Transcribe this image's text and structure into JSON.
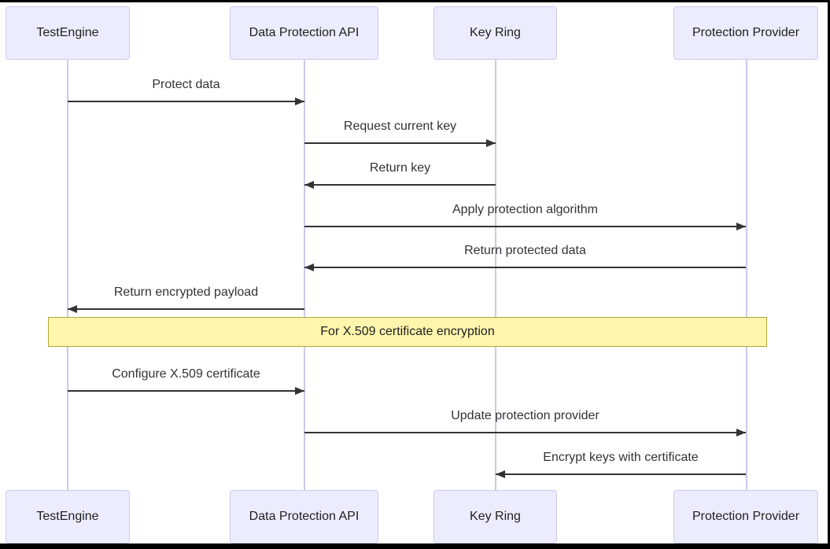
{
  "diagram": {
    "type": "sequence-diagram",
    "participants": [
      {
        "label": "TestEngine"
      },
      {
        "label": "Data Protection API"
      },
      {
        "label": "Key Ring"
      },
      {
        "label": "Protection Provider"
      }
    ],
    "messages": [
      {
        "from": "TestEngine",
        "to": "Data Protection API",
        "label": "Protect data",
        "arrow": "solid-right"
      },
      {
        "from": "Data Protection API",
        "to": "Key Ring",
        "label": "Request current key",
        "arrow": "solid-right"
      },
      {
        "from": "Key Ring",
        "to": "Data Protection API",
        "label": "Return key",
        "arrow": "solid-left"
      },
      {
        "from": "Data Protection API",
        "to": "Protection Provider",
        "label": "Apply protection algorithm",
        "arrow": "solid-right"
      },
      {
        "from": "Protection Provider",
        "to": "Data Protection API",
        "label": "Return protected data",
        "arrow": "solid-left"
      },
      {
        "from": "Data Protection API",
        "to": "TestEngine",
        "label": "Return encrypted payload",
        "arrow": "solid-left"
      },
      {
        "from": "TestEngine",
        "to": "Data Protection API",
        "label": "Configure X.509 certificate",
        "arrow": "solid-right"
      },
      {
        "from": "Data Protection API",
        "to": "Protection Provider",
        "label": "Update protection provider",
        "arrow": "solid-right"
      },
      {
        "from": "Protection Provider",
        "to": "Key Ring",
        "label": "Encrypt keys with certificate",
        "arrow": "solid-left"
      }
    ],
    "note": {
      "text": "For X.509 certificate encryption",
      "over": "TestEngine, Protection Provider"
    },
    "colors": {
      "actor_fill": "#ECECFF",
      "actor_border": "#CEC8EC",
      "lifeline": "#CEC8EC",
      "arrow": "#333333",
      "text": "#1F1F1F",
      "note_fill": "#FFF5AD",
      "note_border": "#AAAA33"
    }
  }
}
